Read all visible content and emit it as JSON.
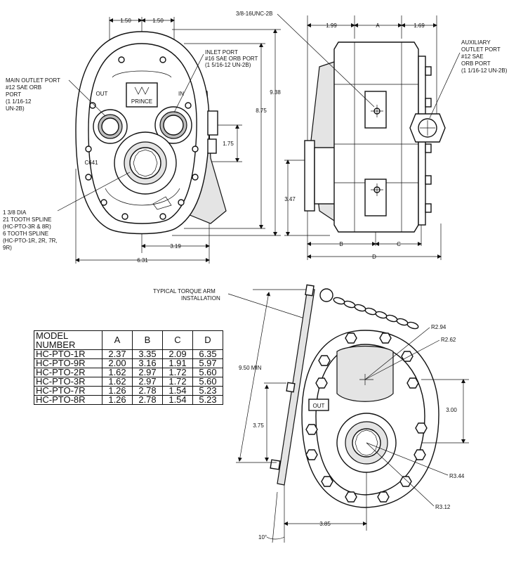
{
  "front_view": {
    "dims": {
      "top_left": "1.50",
      "top_right": "1.50",
      "height_outer": "9.38",
      "height_inner": "8.75",
      "port_offset": "1.75",
      "shaft_offset": "3.19",
      "width": "6.31"
    },
    "labels": {
      "main_outlet": [
        "MAIN OUTLET PORT",
        "#12 SAE ORB",
        "PORT",
        "(1 1/16-12",
        "UN-2B)"
      ],
      "inlet": [
        "INLET PORT",
        "#16 SAE ORB PORT",
        "(1 5/16-12 UN-2B)"
      ],
      "spline": [
        "1 3/8 DIA",
        "21 TOOTH SPLINE",
        "(HC-PTO-3R & 8R)",
        "6 TOOTH SPLINE",
        "(HC-PTO-1R, 2R, 7R,",
        "9R)"
      ],
      "out_port": "OUT",
      "in_port": "IN",
      "brand": "PRINCE",
      "model_code": "C641"
    }
  },
  "side_view": {
    "dims": {
      "thread": "3/8-16UNC-2B",
      "left": "1.99",
      "a": "A",
      "right": "1.69",
      "height": "3.47",
      "b": "B",
      "c": "C",
      "d": "D"
    },
    "labels": {
      "aux_outlet": [
        "AUXILIARY",
        "OUTLET PORT",
        "#12 SAE",
        "ORB PORT",
        "(1 1/16-12 UN-2B)"
      ]
    }
  },
  "torque_view": {
    "label": [
      "TYPICAL TORQUE ARM",
      "INSTALLATION"
    ],
    "dims": {
      "r_294": "R2.94",
      "r_262": "R2.62",
      "min_950": "9.50 MIN",
      "d_300": "3.00",
      "d_375": "3.75",
      "r_344": "R3.44",
      "r_312": "R3.12",
      "d_385": "3.85",
      "angle": "10°"
    },
    "out_label": "OUT"
  },
  "table": {
    "headers": [
      "MODEL\nNUMBER",
      "A",
      "B",
      "C",
      "D"
    ],
    "rows": [
      [
        "HC-PTO-1R",
        "2.37",
        "3.35",
        "2.09",
        "6.35"
      ],
      [
        "HC-PTO-9R",
        "2.00",
        "3.16",
        "1.91",
        "5.97"
      ],
      [
        "HC-PTO-2R",
        "1.62",
        "2.97",
        "1.72",
        "5.60"
      ],
      [
        "HC-PTO-3R",
        "1.62",
        "2.97",
        "1.72",
        "5.60"
      ],
      [
        "HC-PTO-7R",
        "1.26",
        "2.78",
        "1.54",
        "5.23"
      ],
      [
        "HC-PTO-8R",
        "1.26",
        "2.78",
        "1.54",
        "5.23"
      ]
    ]
  }
}
